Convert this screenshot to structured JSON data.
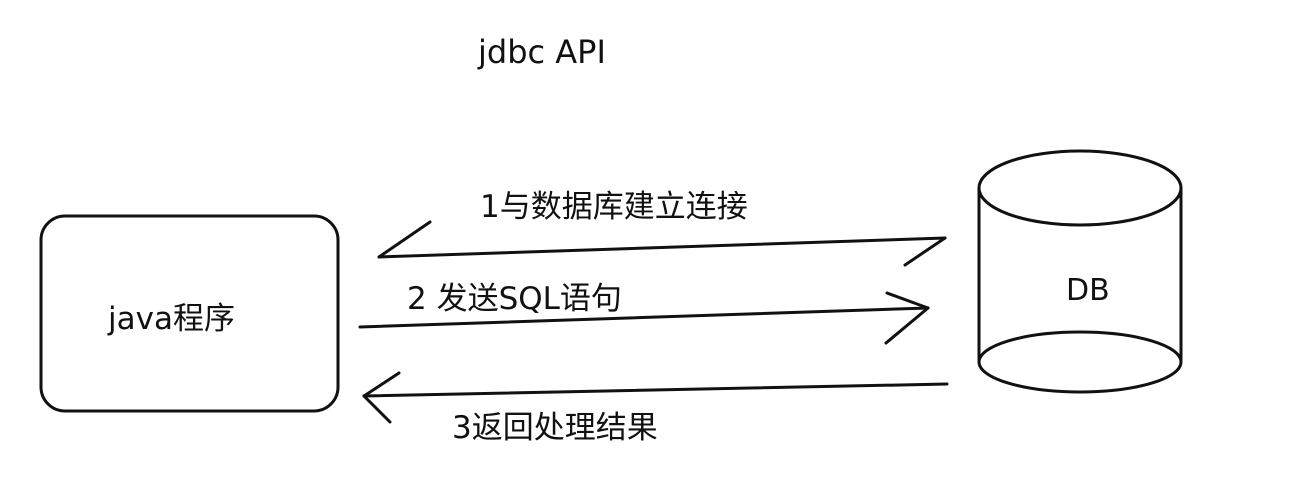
{
  "diagram": {
    "title": "jdbc API",
    "client": {
      "label": "java程序"
    },
    "database": {
      "label": "DB"
    },
    "steps": [
      {
        "label": "1与数据库建立连接",
        "direction": "db-to-client"
      },
      {
        "label": "2 发送SQL语句",
        "direction": "client-to-db"
      },
      {
        "label": "3返回处理结果",
        "direction": "db-to-client"
      }
    ],
    "colors": {
      "stroke": "#111111",
      "background": "#ffffff"
    }
  }
}
